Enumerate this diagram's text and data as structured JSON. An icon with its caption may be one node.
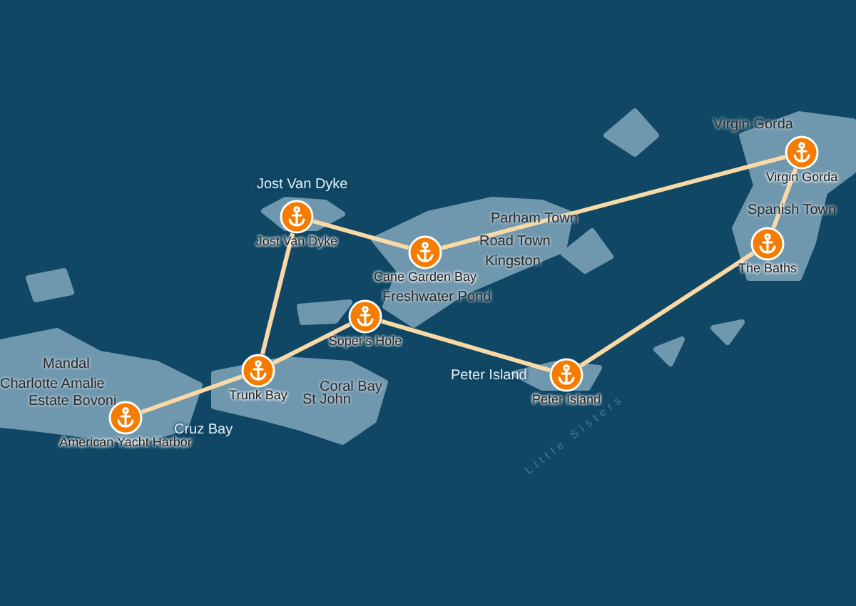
{
  "diagram": {
    "nodes": [
      {
        "text": [
          "Jost Van Dyke"
        ]
      },
      {
        "text": [
          "Virgin Gorda"
        ]
      },
      {
        "text": [
          "Cane Garden Bay"
        ]
      },
      {
        "text": [
          "The Baths"
        ]
      },
      {
        "text": [
          "Soper's Hole"
        ]
      },
      {
        "text": [
          "Trunk Bay"
        ]
      },
      {
        "text": [
          "Peter Island"
        ]
      },
      {
        "text": [
          "American Yacht Harbor"
        ]
      }
    ],
    "edges": [
      {
        "from": 7,
        "to": 5,
        "arrow": "none"
      },
      {
        "from": 5,
        "to": 0,
        "arrow": "none"
      },
      {
        "from": 0,
        "to": 2,
        "arrow": "none"
      },
      {
        "from": 2,
        "to": 1,
        "arrow": "none"
      },
      {
        "from": 1,
        "to": 3,
        "arrow": "none"
      },
      {
        "from": 3,
        "to": 6,
        "arrow": "none"
      },
      {
        "from": 6,
        "to": 4,
        "arrow": "none"
      },
      {
        "from": 4,
        "to": 5,
        "arrow": "none"
      }
    ],
    "labels": [
      "Virgin Gorda",
      "Jost Van Dyke",
      "Spanish Town",
      "Road Town",
      "Parham Town",
      "Kingston",
      "Freshwater Pond",
      "Peter Island",
      "Mandal",
      "Charlotte Amalie",
      "Coral Bay",
      "St John",
      "Cruz Bay",
      "Estate Bovoni",
      "Little Sisters"
    ]
  }
}
